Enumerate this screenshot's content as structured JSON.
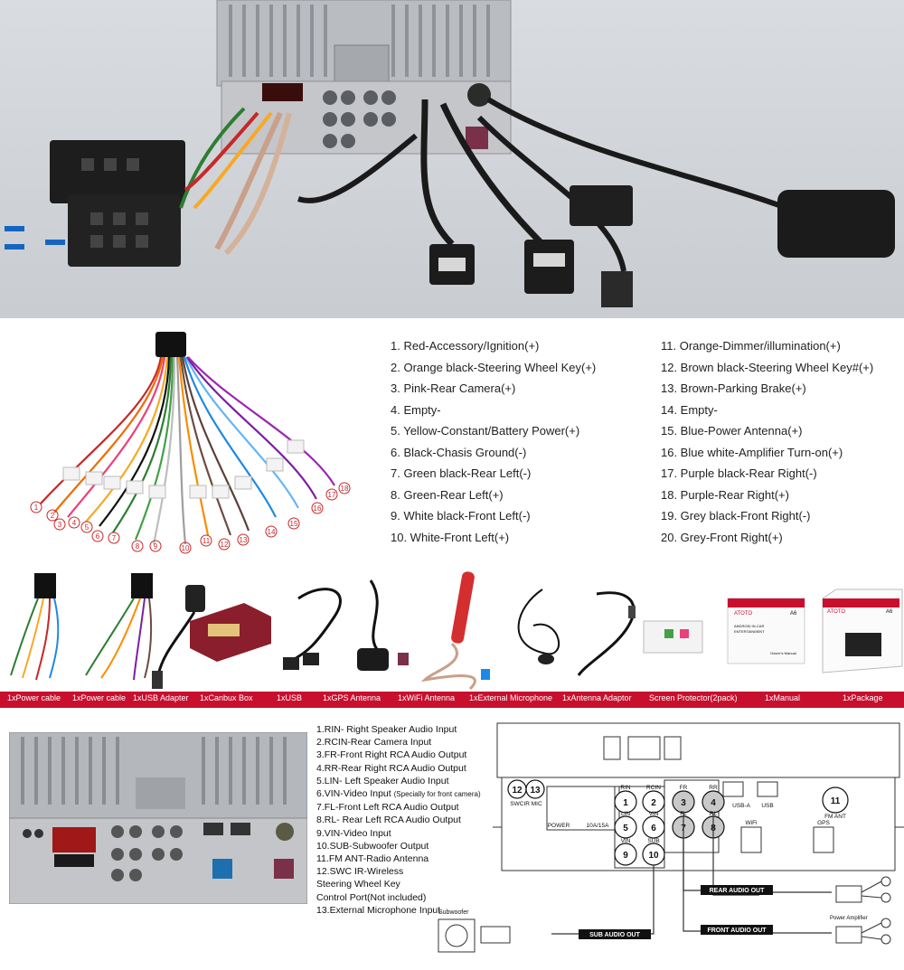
{
  "wire_list": {
    "left": [
      "1. Red-Accessory/Ignition(+)",
      "2. Orange black-Steering Wheel Key(+)",
      "3. Pink-Rear Camera(+)",
      "4. Empty-",
      "5. Yellow-Constant/Battery Power(+)",
      "6. Black-Chasis Ground(-)",
      "7. Green black-Rear Left(-)",
      "8. Green-Rear Left(+)",
      "9. White black-Front Left(-)",
      "10. White-Front Left(+)"
    ],
    "right": [
      "11.  Orange-Dimmer/illumination(+)",
      "12.  Brown black-Steering Wheel Key#(+)",
      "13.  Brown-Parking Brake(+)",
      "14.  Empty-",
      "15.  Blue-Power Antenna(+)",
      "16.  Blue white-Amplifier Turn-on(+)",
      "17.  Purple black-Rear Right(-)",
      "18.  Purple-Rear Right(+)",
      "19.  Grey black-Front Right(-)",
      "20.  Grey-Front Right(+)"
    ],
    "pin_numbers": [
      "1",
      "2",
      "3",
      "4",
      "5",
      "6",
      "7",
      "8",
      "9",
      "10",
      "11",
      "12",
      "13",
      "14",
      "15",
      "16",
      "17",
      "18"
    ]
  },
  "accessories": [
    "1xPower cable",
    "1xPower cable",
    "1xUSB Adapter",
    "1xCanbux Box",
    "1xUSB",
    "1xGPS Antenna",
    "1xWiFi  Antenna",
    "1xExternal Microphone",
    "1xAntenna Adaptor",
    "Screen Protector(2pack)",
    "1xManual",
    "1xPackage"
  ],
  "box_text": {
    "brand": "ATOTO",
    "model": "A6",
    "manual_line1": "ANDROID IN-CAR",
    "manual_line2": "ENTERTAINMENT",
    "owners_manual": "Owner's Manual"
  },
  "port_list": [
    "1.RIN- Right Speaker Audio Input",
    "2.RCIN-Rear Camera Input",
    "3.FR-Front Right RCA  Audio Output",
    "4.RR-Rear Right RCA  Audio Output",
    "5.LIN- Left Speaker Audio Input",
    "6.VIN-Video Input",
    "(Specially for front camera)",
    "7.FL-Front Left RCA Audio Output",
    "8.RL- Rear Left RCA Audio Output",
    "9.VIN-Video Input",
    "10.SUB-Subwoofer Output",
    "11.FM ANT-Radio Antenna",
    "12.SWC IR-Wireless",
    " Steering Wheel Key",
    " Control Port(Not included)",
    "13.External Microphone Input"
  ],
  "diagram": {
    "swcir_num": "12",
    "mic_num": "13",
    "swcir_mic": "SWCIR MIC",
    "power": "POWER",
    "fuse": "10A/15A",
    "rin": "RIN",
    "rcin": "RCIN",
    "fr": "FR",
    "rr": "RR",
    "lin": "LIN",
    "vin": "VIN",
    "fl": "FL",
    "rl": "RL",
    "vin2": "VIN",
    "sub": "SUB",
    "n1": "1",
    "n2": "2",
    "n3": "3",
    "n4": "4",
    "n5": "5",
    "n6": "6",
    "n7": "7",
    "n8": "8",
    "n9": "9",
    "n10": "10",
    "n11": "11",
    "usba": "USB-A",
    "usb": "USB",
    "wifi": "WiFi",
    "gps": "GPS",
    "fmant": "FM ANT",
    "rear_audio_out": "REAR AUDIO OUT",
    "front_audio_out": "FRONT AUDIO OUT",
    "sub_audio_out": "SUB AUDIO OUT",
    "subwoofer": "Subwoofer",
    "power_amplifier": "Power Amplifier"
  },
  "colors": {
    "accent_red": "#c8102e",
    "text": "#222222"
  }
}
